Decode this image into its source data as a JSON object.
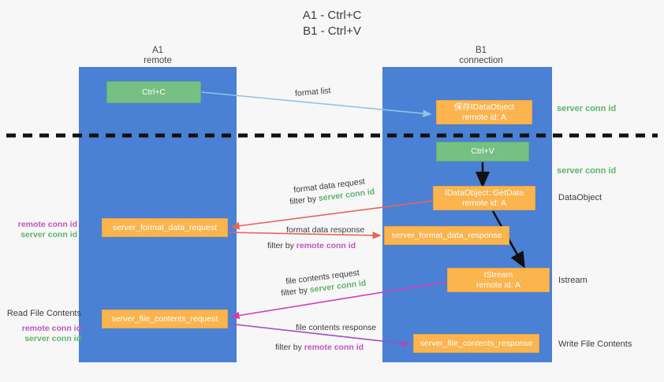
{
  "title": {
    "line1": "A1 - Ctrl+C",
    "line2": "B1 - Ctrl+V"
  },
  "lanes": [
    {
      "id": "a1",
      "name": "A1",
      "role": "remote"
    },
    {
      "id": "b1",
      "name": "B1",
      "role": "connection"
    }
  ],
  "boxes": {
    "ctrl_c": "Ctrl+C",
    "ctrl_v": "Ctrl+V",
    "idataobject_l1": "保存IDataObject",
    "idataobject_l2": "remote id: A",
    "getdata_l1": "IDataObject::GetData",
    "getdata_l2": "remote id: A",
    "istream_l1": "IStream",
    "istream_l2": "remote id: A",
    "server_format_data_request": "server_format_data_request",
    "server_format_data_response": "server_format_data_response",
    "server_file_contents_request": "server_file_contents_request",
    "server_file_contents_response": "server_file_contents_response"
  },
  "right_labels": {
    "server_conn_id_top": "server conn id",
    "server_conn_id_mid": "server conn id",
    "dataobject": "DataObject",
    "istream": "Istream",
    "write_file_contents": "Write File Contents"
  },
  "left_labels": {
    "remote_conn_id_1": "remote conn id",
    "server_conn_id_1": "server conn id",
    "read_file_contents": "Read File Contents",
    "remote_conn_id_2": "remote conn id",
    "server_conn_id_2": "server conn id"
  },
  "captions": {
    "format_list": "format list",
    "format_data_request": "format data request",
    "filter_by": "filter by ",
    "filter_server": "server conn id",
    "filter_remote": "remote conn id",
    "format_data_response": "format data response",
    "file_contents_request": "file contents request",
    "file_contents_response": "file contents response"
  },
  "colors": {
    "lane": "#4a81d4",
    "green_box": "#76c083",
    "orange_box": "#fbb44e",
    "server_conn_id": "#5fb36e",
    "remote_conn_id": "#c154c1",
    "arrow_blue": "#8fc4e8",
    "arrow_red": "#e8635a",
    "arrow_magenta": "#d63bb8",
    "arrow_purple": "#a14fc0",
    "arrow_black": "#111111"
  }
}
